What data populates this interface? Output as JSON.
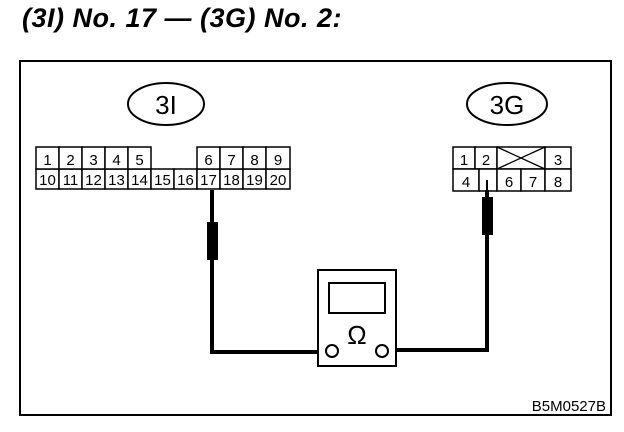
{
  "title": "(3I) No. 17 — (3G) No. 2:",
  "connector_3i": {
    "label": "3I",
    "row1": [
      "1",
      "2",
      "3",
      "4",
      "5",
      "",
      "",
      "6",
      "7",
      "8",
      "9"
    ],
    "row2": [
      "10",
      "11",
      "12",
      "13",
      "14",
      "15",
      "16",
      "17",
      "18",
      "19",
      "20"
    ]
  },
  "connector_3g": {
    "label": "3G",
    "row1": [
      "1",
      "2",
      "",
      "3"
    ],
    "row2": [
      "4",
      "",
      "6",
      "7",
      "8"
    ]
  },
  "meter": {
    "symbol": "Ω"
  },
  "figure_code": "B5M0527B"
}
